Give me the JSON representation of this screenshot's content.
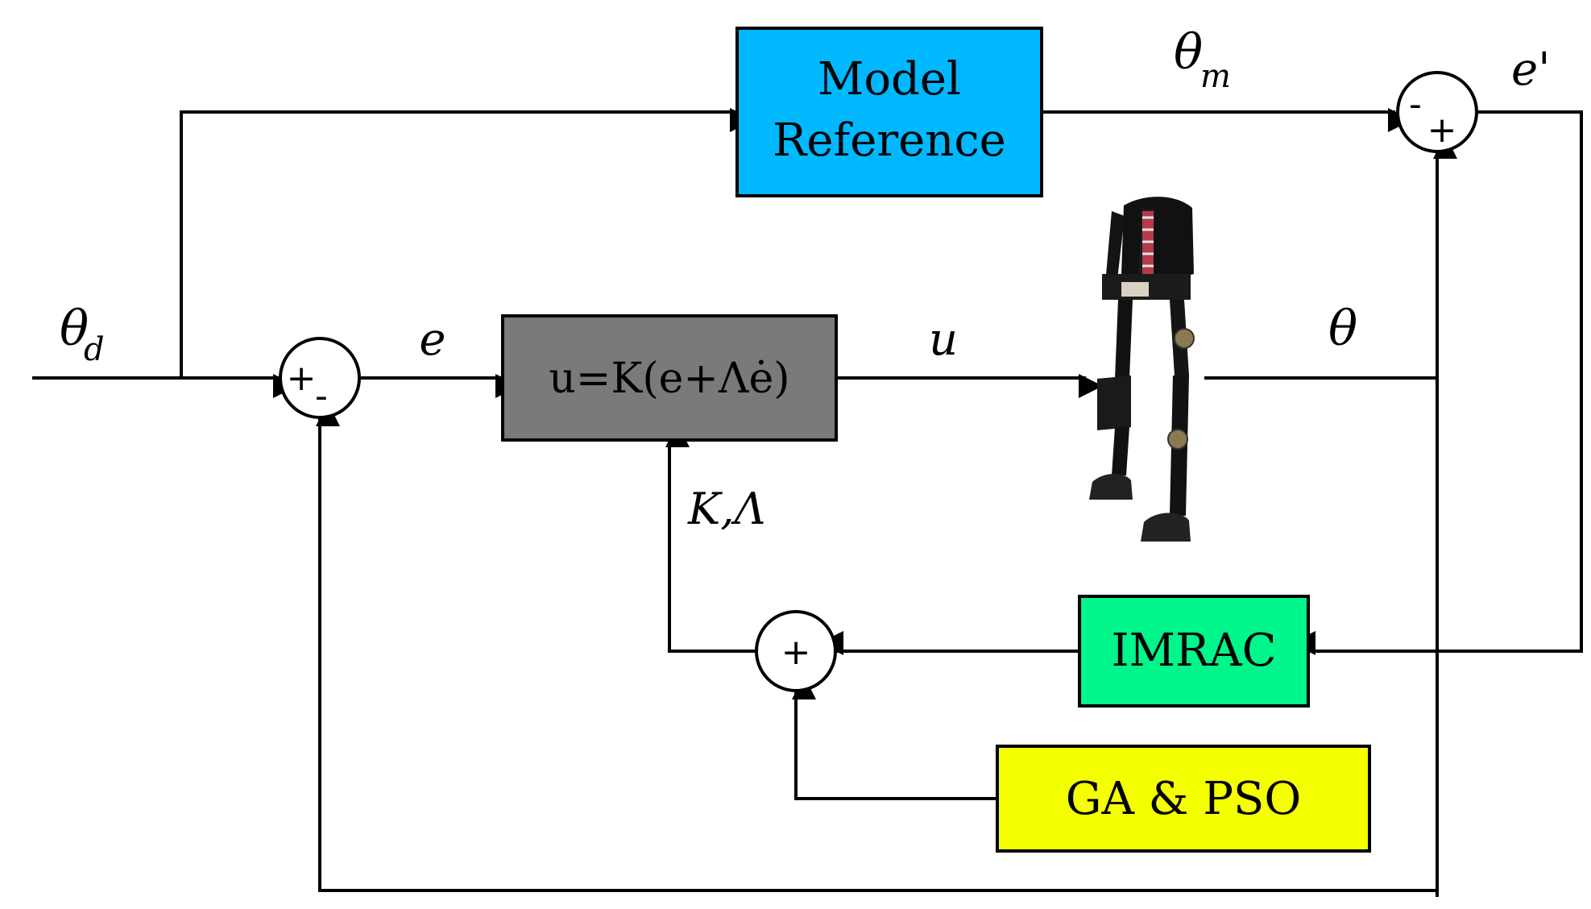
{
  "blocks": {
    "model_reference": {
      "line1": "Model",
      "line2": "Reference",
      "fill": "#00b8ff"
    },
    "controller": {
      "label": "u=K(e+Λė)",
      "fill": "#7a7a7a"
    },
    "imrac": {
      "label": "IMRAC",
      "fill": "#00f58a"
    },
    "ga_pso": {
      "label": "GA & PSO",
      "fill": "#f4ff00"
    }
  },
  "signals": {
    "theta_d": {
      "main": "θ",
      "sub": "d"
    },
    "theta_m": {
      "main": "θ",
      "sub": "m"
    },
    "e_prime": "e'",
    "e": "e",
    "u": "u",
    "theta": "θ",
    "gains": "K,Λ"
  },
  "junctions": {
    "sum_error": {
      "top": "+",
      "bottom": "-"
    },
    "sum_model": {
      "top": "-",
      "bottom": "+"
    },
    "sum_gain": {
      "sign": "+"
    }
  },
  "plant": {
    "icon": "exoskeleton-icon"
  }
}
